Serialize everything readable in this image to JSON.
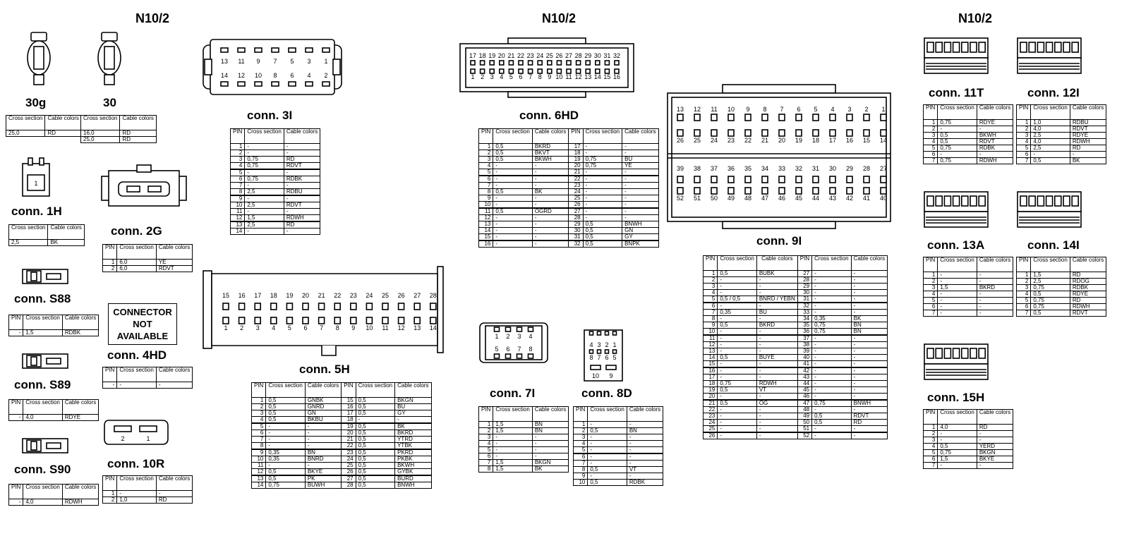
{
  "page": {
    "headers": [
      "N10/2",
      "N10/2",
      "N10/2"
    ]
  },
  "conn_30g": {
    "label": "30g",
    "cols": [
      "Cross section",
      "Cable colors"
    ],
    "rows": [
      [
        "",
        "25,0",
        "RD"
      ]
    ]
  },
  "conn_30": {
    "label": "30",
    "cols": [
      "Cross section",
      "Cable colors"
    ],
    "rows": [
      [
        "",
        "16,0",
        "RD"
      ],
      [
        "",
        "25,0",
        "RD"
      ]
    ]
  },
  "conn_1H": {
    "label": "conn. 1H",
    "pin_label": "1",
    "cols": [
      "Cross section",
      "Cable colors"
    ],
    "rows": [
      [
        "",
        "2,5",
        "BK"
      ]
    ]
  },
  "conn_2G": {
    "label": "conn. 2G",
    "cols": [
      "PIN",
      "Cross section",
      "Cable colors"
    ],
    "rows": [
      [
        "1",
        "6,0",
        "YE"
      ],
      [
        "2",
        "6,0",
        "RDVT"
      ]
    ]
  },
  "conn_S88": {
    "label": "conn. S88",
    "cols": [
      "PIN",
      "Cross section",
      "Cable colors"
    ],
    "rows": [
      [
        "-",
        "1,5",
        "RDBK"
      ]
    ]
  },
  "conn_4HD": {
    "label": "conn. 4HD",
    "not_available": "CONNECTOR NOT AVAILABLE",
    "cols": [
      "PIN",
      "Cross section",
      "Cable colors"
    ],
    "rows": [
      [
        "-",
        "-",
        "-"
      ]
    ]
  },
  "conn_S89": {
    "label": "conn. S89",
    "cols": [
      "PIN",
      "Cross section",
      "Cable colors"
    ],
    "rows": [
      [
        "-",
        "4,0",
        "RDYE"
      ]
    ]
  },
  "conn_S90": {
    "label": "conn. S90",
    "cols": [
      "PIN",
      "Cross section",
      "Cable colors"
    ],
    "rows": [
      [
        "-",
        "4,0",
        "RDWH"
      ]
    ]
  },
  "conn_10R": {
    "label": "conn. 10R",
    "pin_labels": [
      "2",
      "1"
    ],
    "cols": [
      "PIN",
      "Cross section",
      "Cable colors"
    ],
    "rows": [
      [
        "1",
        "-",
        "-"
      ],
      [
        "2",
        "1,0",
        "RD"
      ]
    ]
  },
  "conn_3I": {
    "label": "conn. 3I",
    "pins_top": [
      "13",
      "11",
      "9",
      "7",
      "5",
      "3",
      "1"
    ],
    "pins_bottom": [
      "14",
      "12",
      "10",
      "8",
      "6",
      "4",
      "2"
    ],
    "cols": [
      "PIN",
      "Cross section",
      "Cable colors"
    ],
    "rows": [
      [
        "1",
        "-",
        "-"
      ],
      [
        "2",
        "-",
        "-"
      ],
      [
        "3",
        "0,75",
        "RD"
      ],
      [
        "4",
        "0,75",
        "RDVT"
      ],
      [
        "5",
        "-",
        "-"
      ],
      [
        "6",
        "0,75",
        "RDBK"
      ],
      [
        "7",
        "-",
        "-"
      ],
      [
        "8",
        "2,5",
        "RDBU"
      ],
      [
        "9",
        "-",
        "-"
      ],
      [
        "10",
        "2,5",
        "RDVT"
      ],
      [
        "11",
        "-",
        "-"
      ],
      [
        "12",
        "1,5",
        "RDWH"
      ],
      [
        "13",
        "2,5",
        "RD"
      ],
      [
        "14",
        "-",
        "-"
      ]
    ]
  },
  "conn_5H": {
    "label": "conn. 5H",
    "pins_top": [
      "15",
      "16",
      "17",
      "18",
      "19",
      "20",
      "21",
      "22",
      "23",
      "24",
      "25",
      "26",
      "27",
      "28"
    ],
    "pins_bottom": [
      "1",
      "2",
      "3",
      "4",
      "5",
      "6",
      "7",
      "8",
      "9",
      "10",
      "11",
      "12",
      "13",
      "14"
    ],
    "cols": [
      "PIN",
      "Cross section",
      "Cable colors",
      "PIN",
      "Cross section",
      "Cable colors"
    ],
    "rows": [
      [
        "1",
        "0,5",
        "GNBK",
        "15",
        "0,5",
        "BKGN"
      ],
      [
        "2",
        "0,5",
        "GNRD",
        "16",
        "0,5",
        "BU"
      ],
      [
        "3",
        "0,5",
        "GN",
        "17",
        "0,5",
        "GY"
      ],
      [
        "4",
        "0,5",
        "BKBU",
        "18",
        "-",
        "-"
      ],
      [
        "5",
        "-",
        "-",
        "19",
        "0,5",
        "BK"
      ],
      [
        "6",
        "-",
        "-",
        "20",
        "0,5",
        "BKRD"
      ],
      [
        "7",
        "-",
        "-",
        "21",
        "0,5",
        "YTRD"
      ],
      [
        "8",
        "-",
        "-",
        "22",
        "0,5",
        "YTBK"
      ],
      [
        "9",
        "0,35",
        "BN",
        "23",
        "0,5",
        "PKRD"
      ],
      [
        "10",
        "0,35",
        "BNRD",
        "24",
        "0,5",
        "PKBK"
      ],
      [
        "11",
        "-",
        "-",
        "25",
        "0,5",
        "BKWH"
      ],
      [
        "12",
        "0,5",
        "BKYE",
        "26",
        "0,5",
        "GYBK"
      ],
      [
        "13",
        "0,5",
        "PK",
        "27",
        "0,5",
        "BURD"
      ],
      [
        "14",
        "0,75",
        "BUWH",
        "28",
        "0,5",
        "BNWH"
      ]
    ]
  },
  "conn_6HD": {
    "label": "conn. 6HD",
    "pins_top": [
      "17",
      "18",
      "19",
      "20",
      "21",
      "22",
      "23",
      "24",
      "25",
      "26",
      "27",
      "28",
      "29",
      "30",
      "31",
      "32"
    ],
    "pins_bottom": [
      "1",
      "2",
      "3",
      "4",
      "5",
      "6",
      "7",
      "8",
      "9",
      "10",
      "11",
      "12",
      "13",
      "14",
      "15",
      "16"
    ],
    "cols": [
      "PIN",
      "Cross section",
      "Cable colors",
      "PIN",
      "Cross section",
      "Cable colors"
    ],
    "rows": [
      [
        "1",
        "0,5",
        "BKRD",
        "17",
        "-",
        "-"
      ],
      [
        "2",
        "0,5",
        "BKVT",
        "18",
        "-",
        "-"
      ],
      [
        "3",
        "0,5",
        "BKWH",
        "19",
        "0,75",
        "BU"
      ],
      [
        "4",
        "-",
        "-",
        "20",
        "0,75",
        "YE"
      ],
      [
        "5",
        "-",
        "-",
        "21",
        "-",
        "-"
      ],
      [
        "6",
        "-",
        "-",
        "22",
        "-",
        "-"
      ],
      [
        "7",
        "-",
        "-",
        "23",
        "-",
        "-"
      ],
      [
        "8",
        "0,5",
        "BK",
        "24",
        "-",
        "-"
      ],
      [
        "9",
        "-",
        "-",
        "25",
        "-",
        "-"
      ],
      [
        "10",
        "-",
        "-",
        "26",
        "-",
        "-"
      ],
      [
        "11",
        "0,5",
        "OGRD",
        "27",
        "-",
        "-"
      ],
      [
        "12",
        "-",
        "-",
        "28",
        "-",
        "-"
      ],
      [
        "13",
        "-",
        "-",
        "29",
        "0,5",
        "BNWH"
      ],
      [
        "14",
        "-",
        "-",
        "30",
        "0,5",
        "GN"
      ],
      [
        "15",
        "-",
        "-",
        "31",
        "0,5",
        "GY"
      ],
      [
        "16",
        "-",
        "-",
        "32",
        "0,5",
        "BNPK"
      ]
    ]
  },
  "conn_7I": {
    "label": "conn. 7I",
    "pins_top": [
      "1",
      "2",
      "3",
      "4"
    ],
    "pins_bottom": [
      "5",
      "6",
      "7",
      "8"
    ],
    "cols": [
      "PIN",
      "Cross section",
      "Cable colors"
    ],
    "rows": [
      [
        "1",
        "1,5",
        "BN"
      ],
      [
        "2",
        "1,5",
        "BN"
      ],
      [
        "3",
        "-",
        "-"
      ],
      [
        "4",
        "-",
        "-"
      ],
      [
        "5",
        "-",
        "-"
      ],
      [
        "6",
        "-",
        "-"
      ],
      [
        "7",
        "1,5",
        "BKGN"
      ],
      [
        "8",
        "1,5",
        "BK"
      ]
    ]
  },
  "conn_8D": {
    "label": "conn. 8D",
    "pins_top": [
      "4",
      "3",
      "2",
      "1"
    ],
    "pins_mid": [
      "8",
      "7",
      "6",
      "5"
    ],
    "pins_bottom": [
      "10",
      "9"
    ],
    "cols": [
      "PIN",
      "Cross section",
      "Cable colors"
    ],
    "rows": [
      [
        "1",
        "-",
        "-"
      ],
      [
        "2",
        "0,5",
        "BN"
      ],
      [
        "3",
        "-",
        "-"
      ],
      [
        "4",
        "-",
        "-"
      ],
      [
        "5",
        "-",
        "-"
      ],
      [
        "6",
        "-",
        "-"
      ],
      [
        "7",
        "-",
        "-"
      ],
      [
        "8",
        "0,5",
        "VT"
      ],
      [
        "9",
        "-",
        "-"
      ],
      [
        "10",
        "0,5",
        "RDBK"
      ]
    ]
  },
  "conn_9I": {
    "label": "conn. 9I",
    "pins_r1": [
      "13",
      "12",
      "11",
      "10",
      "9",
      "8",
      "7",
      "6",
      "5",
      "4",
      "3",
      "2",
      "1"
    ],
    "pins_r2": [
      "26",
      "25",
      "24",
      "23",
      "22",
      "21",
      "20",
      "19",
      "18",
      "17",
      "16",
      "15",
      "14"
    ],
    "pins_r3": [
      "39",
      "38",
      "37",
      "36",
      "35",
      "34",
      "33",
      "32",
      "31",
      "30",
      "29",
      "28",
      "27"
    ],
    "pins_r4": [
      "52",
      "51",
      "50",
      "49",
      "48",
      "47",
      "46",
      "45",
      "44",
      "43",
      "42",
      "41",
      "40"
    ],
    "cols": [
      "PIN",
      "Cross section",
      "Cable colors",
      "PIN",
      "Cross section",
      "Cable colors"
    ],
    "rows": [
      [
        "1",
        "0,5",
        "BUBK",
        "27",
        "-",
        "-"
      ],
      [
        "2",
        "-",
        "-",
        "28",
        "-",
        "-"
      ],
      [
        "3",
        "-",
        "-",
        "29",
        "-",
        "-"
      ],
      [
        "4",
        "-",
        "-",
        "30",
        "-",
        "-"
      ],
      [
        "5",
        "0,5 / 0,5",
        "BNRD / YEBN",
        "31",
        "-",
        "-"
      ],
      [
        "6",
        "-",
        "-",
        "32",
        "-",
        "-"
      ],
      [
        "7",
        "0,35",
        "BU",
        "33",
        "-",
        "-"
      ],
      [
        "8",
        "-",
        "-",
        "34",
        "0,35",
        "BK"
      ],
      [
        "9",
        "0,5",
        "BKRD",
        "35",
        "0,75",
        "BN"
      ],
      [
        "10",
        "-",
        "-",
        "36",
        "0,75",
        "BN"
      ],
      [
        "11",
        "-",
        "-",
        "37",
        "-",
        "-"
      ],
      [
        "12",
        "-",
        "-",
        "38",
        "-",
        "-"
      ],
      [
        "13",
        "-",
        "-",
        "39",
        "-",
        "-"
      ],
      [
        "14",
        "0,5",
        "BUYE",
        "40",
        "-",
        "-"
      ],
      [
        "15",
        "-",
        "-",
        "41",
        "-",
        "-"
      ],
      [
        "16",
        "-",
        "-",
        "42",
        "-",
        "-"
      ],
      [
        "17",
        "-",
        "-",
        "43",
        "-",
        "-"
      ],
      [
        "18",
        "0,75",
        "RDWH",
        "44",
        "-",
        "-"
      ],
      [
        "19",
        "0,5",
        "VT",
        "45",
        "-",
        "-"
      ],
      [
        "20",
        "-",
        "-",
        "46",
        "-",
        "-"
      ],
      [
        "21",
        "0,5",
        "OG",
        "47",
        "0,75",
        "BNWH"
      ],
      [
        "22",
        "-",
        "-",
        "48",
        "-",
        "-"
      ],
      [
        "23",
        "-",
        "-",
        "49",
        "0,5",
        "RDVT"
      ],
      [
        "24",
        "-",
        "-",
        "50",
        "0,5",
        "RD"
      ],
      [
        "25",
        "-",
        "-",
        "51",
        "-",
        "-"
      ],
      [
        "26",
        "-",
        "-",
        "52",
        "-",
        "-"
      ]
    ]
  },
  "conn_11T": {
    "label": "conn. 11T",
    "cols": [
      "PIN",
      "Cross section",
      "Cable colors"
    ],
    "rows": [
      [
        "1",
        "0,75",
        "RDYE"
      ],
      [
        "2",
        "-",
        "-"
      ],
      [
        "3",
        "0,5",
        "BKWH"
      ],
      [
        "4",
        "0,5",
        "RDVT"
      ],
      [
        "5",
        "0,75",
        "RDBK"
      ],
      [
        "6",
        "-",
        "-"
      ],
      [
        "7",
        "0,75",
        "RDWH"
      ]
    ]
  },
  "conn_12I": {
    "label": "conn. 12I",
    "cols": [
      "PIN",
      "Cross section",
      "Cable colors"
    ],
    "rows": [
      [
        "1",
        "1,0",
        "RDBU"
      ],
      [
        "2",
        "4,0",
        "RDVT"
      ],
      [
        "3",
        "2,5",
        "RDYE"
      ],
      [
        "4",
        "4,0",
        "RDWH"
      ],
      [
        "5",
        "2,5",
        "RD"
      ],
      [
        "6",
        "-",
        "-"
      ],
      [
        "7",
        "0,5",
        "BK"
      ]
    ]
  },
  "conn_13A": {
    "label": "conn. 13A",
    "cols": [
      "PIN",
      "Cross section",
      "Cable colors"
    ],
    "rows": [
      [
        "1",
        "-",
        "-"
      ],
      [
        "2",
        "-",
        "-"
      ],
      [
        "3",
        "1,5",
        "BKRD"
      ],
      [
        "4",
        "-",
        "-"
      ],
      [
        "5",
        "-",
        "-"
      ],
      [
        "6",
        "-",
        "-"
      ],
      [
        "7",
        "-",
        "-"
      ]
    ]
  },
  "conn_14I": {
    "label": "conn. 14I",
    "cols": [
      "PIN",
      "Cross section",
      "Cable colors"
    ],
    "rows": [
      [
        "1",
        "1,5",
        "RD"
      ],
      [
        "2",
        "2,5",
        "RDOG"
      ],
      [
        "3",
        "0,75",
        "RDBK"
      ],
      [
        "4",
        "0,5",
        "RDYE"
      ],
      [
        "5",
        "0,75",
        "RD"
      ],
      [
        "6",
        "0,75",
        "RDWH"
      ],
      [
        "7",
        "0,5",
        "RDVT"
      ]
    ]
  },
  "conn_15H": {
    "label": "conn. 15H",
    "cols": [
      "PIN",
      "Cross section",
      "Cable colors"
    ],
    "rows": [
      [
        "1",
        "4,0",
        "RD"
      ],
      [
        "2",
        "-",
        "-"
      ],
      [
        "3",
        "-",
        "-"
      ],
      [
        "4",
        "0,5",
        "YERD"
      ],
      [
        "5",
        "0,75",
        "BKGN"
      ],
      [
        "6",
        "1,5",
        "BKYE"
      ],
      [
        "7",
        "-",
        "-"
      ]
    ]
  }
}
